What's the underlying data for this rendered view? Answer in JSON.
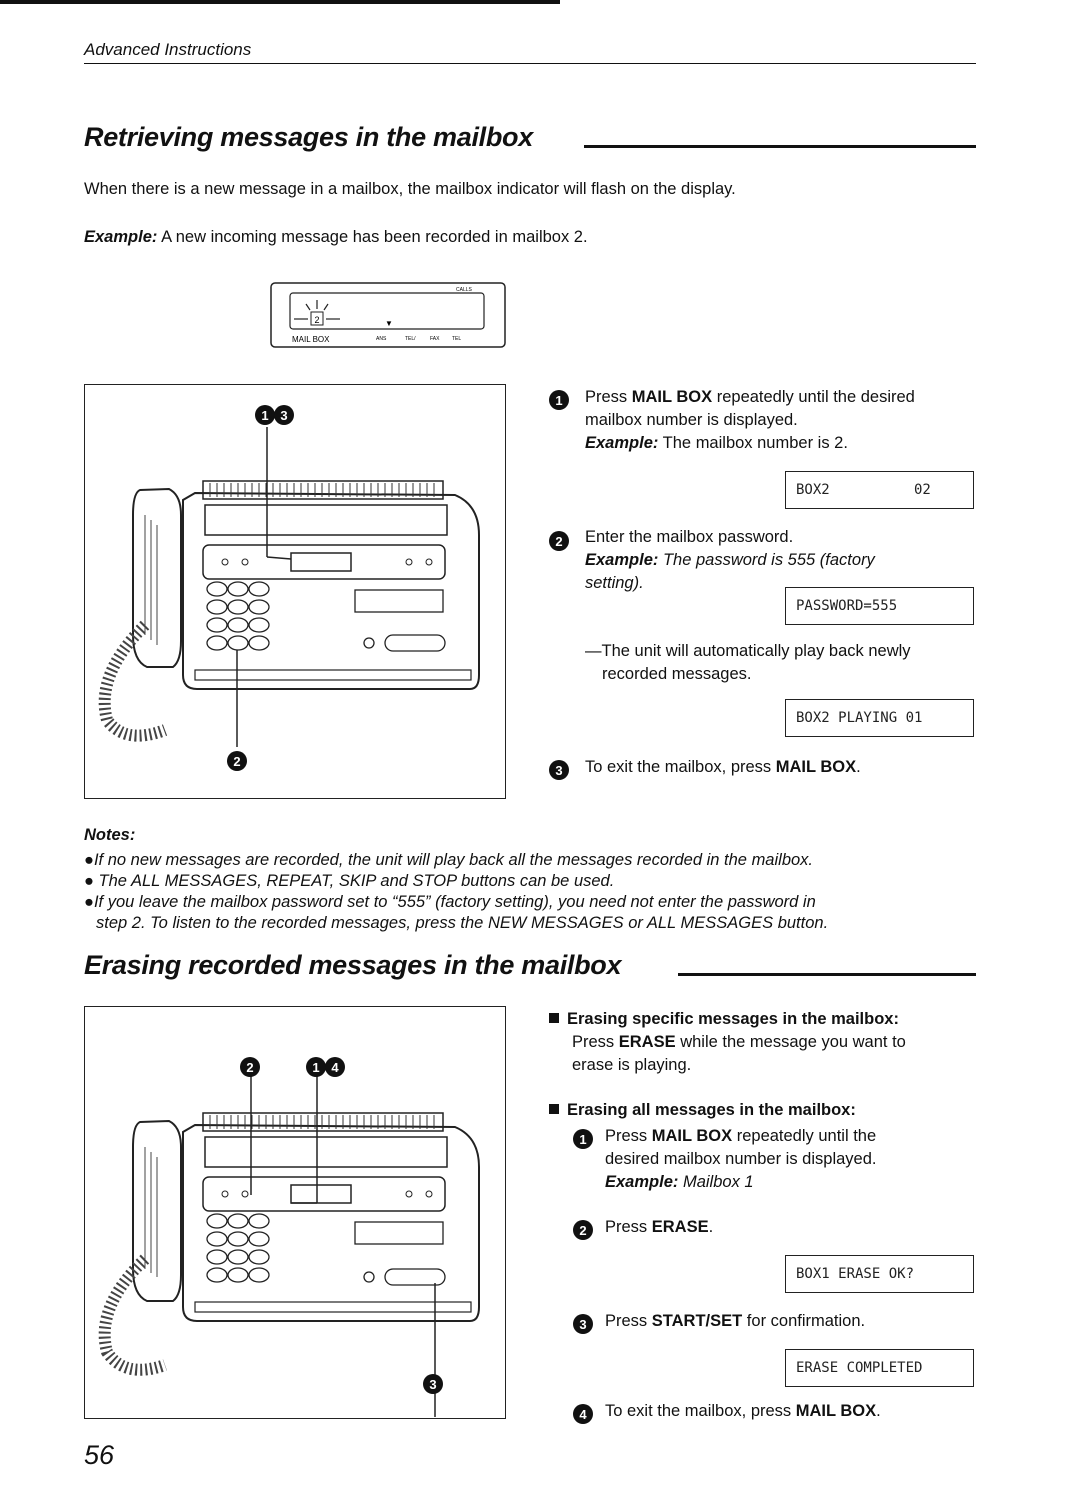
{
  "header": {
    "section": "Advanced Instructions"
  },
  "section1": {
    "title": "Retrieving messages in the mailbox",
    "intro": "When there is a new message in a mailbox, the mailbox indicator will flash on the display.",
    "example_label": "Example:",
    "example_text": "A new incoming message has been recorded in mailbox 2.",
    "display_indicator": {
      "digit": "2",
      "label_mailbox": "MAIL BOX",
      "calls": "CALLS"
    },
    "steps": [
      {
        "num": "1",
        "pre": "Press ",
        "bold": "MAIL BOX",
        "post": " repeatedly until the desired",
        "line2": "mailbox number is displayed.",
        "example_label": "Example:",
        "example_text": "The mailbox number is 2.",
        "lcd": "BOX2          02"
      },
      {
        "num": "2",
        "text": "Enter the mailbox password.",
        "example_label": "Example:",
        "example_text": "The password is 555 (factory",
        "example_text2": "setting).",
        "lcd": "PASSWORD=555",
        "note1": "—The unit will automatically play back newly",
        "note2": "recorded messages.",
        "lcd2": "BOX2 PLAYING 01"
      },
      {
        "num": "3",
        "pre": "To exit the mailbox, press ",
        "bold": "MAIL BOX",
        "post": "."
      }
    ],
    "callouts": {
      "top": [
        "1",
        "3"
      ],
      "bottom": "2"
    }
  },
  "notes": {
    "title": "Notes:",
    "lines": [
      "●If no new messages are recorded, the unit will play back all the messages recorded in the mailbox.",
      "● The ALL MESSAGES, REPEAT, SKIP and STOP buttons can be used.",
      "●If you leave the mailbox password set to “555” (factory setting), you need not enter the password in",
      "step 2. To listen to the recorded messages, press the NEW MESSAGES or ALL MESSAGES button."
    ]
  },
  "section2": {
    "title": "Erasing recorded messages in the mailbox",
    "specific": {
      "heading": "Erasing specific messages in the mailbox:",
      "pre": "Press ",
      "bold": "ERASE",
      "post": " while the message you want to",
      "line2": "erase is playing."
    },
    "all": {
      "heading": "Erasing all messages in the mailbox:"
    },
    "steps": [
      {
        "num": "1",
        "pre": "Press ",
        "bold": "MAIL BOX",
        "post": " repeatedly until the",
        "line2": "desired mailbox number is displayed.",
        "example_label": "Example:",
        "example_text": "Mailbox 1"
      },
      {
        "num": "2",
        "pre": "Press ",
        "bold": "ERASE",
        "post": ".",
        "lcd": "BOX1 ERASE OK?"
      },
      {
        "num": "3",
        "pre": "Press ",
        "bold": "START/SET",
        "post": " for confirmation.",
        "lcd": "ERASE COMPLETED"
      },
      {
        "num": "4",
        "pre": "To exit the mailbox, press ",
        "bold": "MAIL BOX",
        "post": "."
      }
    ],
    "callouts": {
      "top": [
        "2",
        "1",
        "4"
      ],
      "bottom": "3"
    }
  },
  "page_number": "56"
}
